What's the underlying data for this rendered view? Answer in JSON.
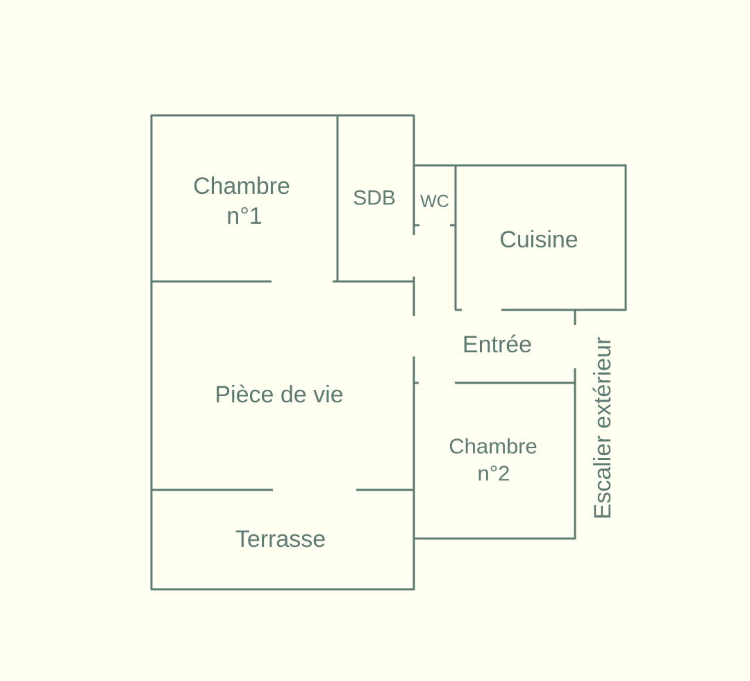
{
  "rooms": {
    "chambre1_line1": "Chambre",
    "chambre1_line2": "n°1",
    "sdb": "SDB",
    "wc": "WC",
    "cuisine": "Cuisine",
    "entree": "Entrée",
    "piece_de_vie": "Pièce de vie",
    "chambre2_line1": "Chambre",
    "chambre2_line2": "n°2",
    "terrasse": "Terrasse",
    "escalier": "Escalier extérieur"
  },
  "colors": {
    "background": "#fffff2",
    "line": "#5d7b73"
  }
}
